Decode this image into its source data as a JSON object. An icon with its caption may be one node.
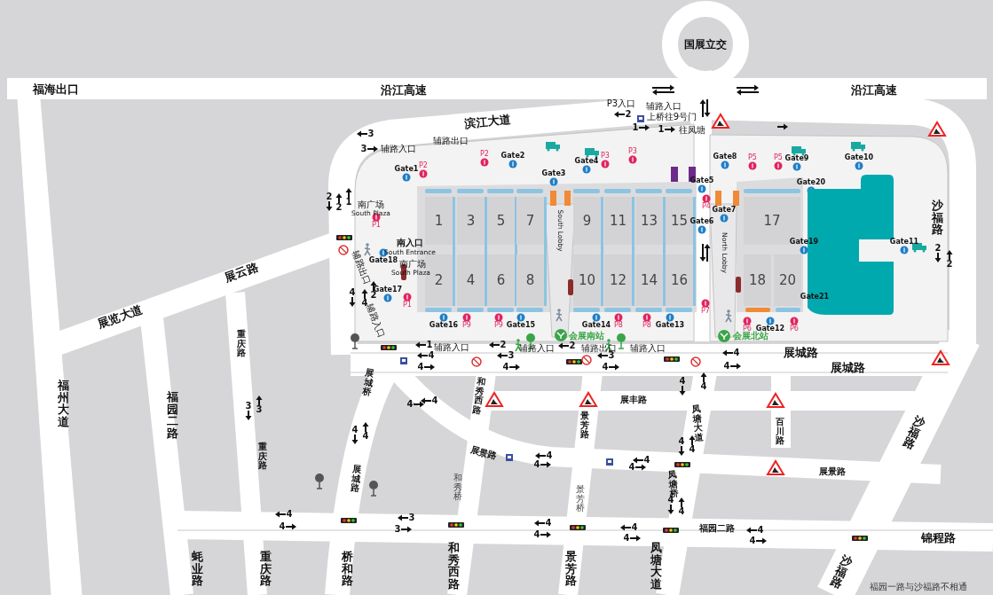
{
  "diagram": {
    "nodes": [
      {
        "text": [
          "国展立交"
        ]
      },
      {
        "text": [
          "1"
        ]
      },
      {
        "text": [
          "3"
        ]
      },
      {
        "text": [
          "5"
        ]
      },
      {
        "text": [
          "7"
        ]
      },
      {
        "text": [
          "9"
        ]
      },
      {
        "text": [
          "11"
        ]
      },
      {
        "text": [
          "13"
        ]
      },
      {
        "text": [
          "15"
        ]
      },
      {
        "text": [
          "17"
        ]
      },
      {
        "text": [],
        "shape": "box"
      },
      {
        "text": [
          "2"
        ]
      },
      {
        "text": [
          "4"
        ]
      },
      {
        "text": [
          "6"
        ]
      },
      {
        "text": [
          "8"
        ]
      },
      {
        "text": [
          "10"
        ]
      },
      {
        "text": [
          "12"
        ]
      },
      {
        "text": [
          "14"
        ]
      },
      {
        "text": [
          "16"
        ]
      },
      {
        "text": [
          "18"
        ]
      },
      {
        "text": [
          "20"
        ]
      }
    ],
    "labels": [
      "福海出口",
      "沿江高速",
      "沿江高速",
      "P3入口",
      "2",
      "辅路入口",
      "上桥往9号门",
      "3",
      "滨江大道",
      "1",
      "1",
      "往凤塘",
      "辅路出口",
      "3",
      "辅路入口",
      "Gate1",
      "P2",
      "P2",
      "Gate2",
      "Gate3",
      "Gate4",
      "P3",
      "P3",
      "Gate8",
      "P5",
      "P5",
      "Gate9",
      "Gate10",
      "Gate5",
      "P4",
      "Gate6",
      "Gate7",
      "Gate20",
      "沙福路",
      "2",
      "2",
      "Gate19",
      "Gate11",
      "2",
      "2",
      "1",
      "南广场",
      "South Plaza",
      "P1",
      "南入口",
      "South Entrance",
      "Gate18",
      "辅路出口",
      "Gate17",
      "南广场",
      "South Plaza",
      "4",
      "4",
      "2",
      "辅路入口",
      "P1",
      "South Lobby",
      "North Lobby",
      "Gate16",
      "P9",
      "P9",
      "Gate15",
      "会展南站",
      "Gate14",
      "P8",
      "P8",
      "Gate13",
      "P7",
      "Gate21",
      "P6",
      "Gate12",
      "P6",
      "会展北站",
      "1",
      "辅路入口",
      "2",
      "辅路入口",
      "2",
      "辅路出口",
      "辅路入口",
      "4",
      "3",
      "3",
      "4",
      "4",
      "4",
      "4",
      "展城路",
      "4",
      "展城路",
      "展云路",
      "展览大道",
      "福州大道",
      "福园二路",
      "重庆路",
      "3",
      "3",
      "重庆路",
      "展城桥",
      "4",
      "4",
      "展城路",
      "和秀西路",
      "4",
      "4",
      "展丰路",
      "景芳路",
      "凤塘大道",
      "4",
      "4",
      "百川路",
      "展景路",
      "4",
      "4",
      "4",
      "4",
      "4",
      "4",
      "沙福路",
      "展景路",
      "和秀桥",
      "景芳桥",
      "凤塘桥",
      "4",
      "3",
      "4",
      "4",
      "4",
      "4",
      "福园二路",
      "4",
      "4",
      "3",
      "4",
      "4",
      "4",
      "锦程路",
      "蚝业路",
      "重庆路",
      "桥和路",
      "和秀西路",
      "景芳路",
      "凤塘大道",
      "沙福路",
      "福园一路与沙福路不相通"
    ]
  }
}
